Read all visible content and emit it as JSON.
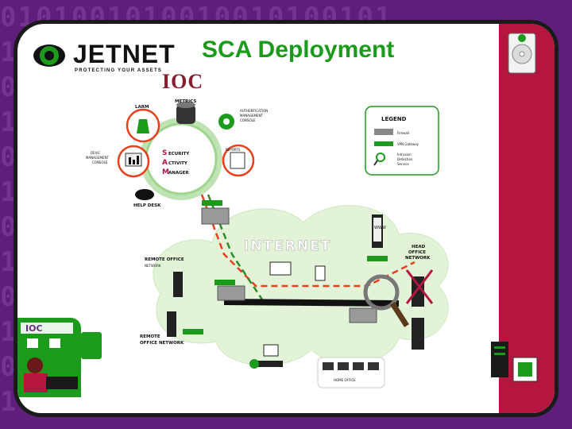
{
  "header": {
    "logo_text": "JETNET",
    "logo_tagline": "PROTECTING YOUR ASSETS",
    "title": "SCA Deployment",
    "subtitle": "IOC"
  },
  "diagram": {
    "sam_labels": {
      "s": "S",
      "ecurity": "ECURITY",
      "a": "A",
      "ctivity": "CTIVITY",
      "m": "M",
      "anager": "ANAGER"
    },
    "nodes": {
      "alarm": "LARM",
      "metrics": "METRICS",
      "auth_console_1": "AUTHENTICATION",
      "auth_console_2": "MANAGEMENT",
      "auth_console_3": "CONSOLE",
      "device_console_1": "DEVIC",
      "device_console_2": "MANAGEMENT",
      "device_console_3": "CONSOLE",
      "reports": "REPORTS",
      "help_desk": "HELP DESK",
      "internet": "INTERNET",
      "remote_office_1a": "REMOTE OFFICE",
      "remote_office_1b": "NETWORK",
      "remote_office_2a": "REMOTE",
      "remote_office_2b": "OFFICE NETWORK",
      "head_office_1": "HEAD",
      "head_office_2": "OFFICE",
      "head_office_3": "NETWORK",
      "home_office": "HOME OFFICE",
      "www": "WWW",
      "ioc_badge": "IOC"
    },
    "legend": {
      "title": "LEGEND",
      "items": [
        {
          "label": "Firewall"
        },
        {
          "label": "VPN Gateway"
        },
        {
          "label": "Intrusion"
        },
        {
          "label": "Detection"
        },
        {
          "label": "Service"
        }
      ]
    },
    "colors": {
      "accent_green": "#1c9a1c",
      "tunnel_red": "#e8401c",
      "tunnel_green": "#2e8b2e",
      "brand_red": "#b5163f",
      "cloud": "#e2f3d8"
    }
  }
}
